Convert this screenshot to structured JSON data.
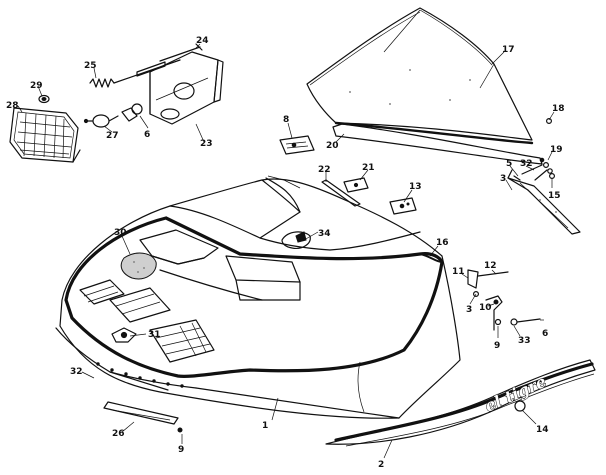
{
  "colors": {
    "ink": "#111111",
    "paper": "#ffffff",
    "shade": "#cfcfcf"
  },
  "callouts": [
    {
      "label": "1"
    },
    {
      "label": "2"
    },
    {
      "label": "3"
    },
    {
      "label": "3"
    },
    {
      "label": "5"
    },
    {
      "label": "6"
    },
    {
      "label": "6"
    },
    {
      "label": "8"
    },
    {
      "label": "9"
    },
    {
      "label": "9"
    },
    {
      "label": "10"
    },
    {
      "label": "11"
    },
    {
      "label": "12"
    },
    {
      "label": "13"
    },
    {
      "label": "14"
    },
    {
      "label": "15"
    },
    {
      "label": "16"
    },
    {
      "label": "17"
    },
    {
      "label": "18"
    },
    {
      "label": "19"
    },
    {
      "label": "20"
    },
    {
      "label": "21"
    },
    {
      "label": "22"
    },
    {
      "label": "23"
    },
    {
      "label": "24"
    },
    {
      "label": "25"
    },
    {
      "label": "26"
    },
    {
      "label": "27"
    },
    {
      "label": "28"
    },
    {
      "label": "29"
    },
    {
      "label": "30"
    },
    {
      "label": "31"
    },
    {
      "label": "32"
    },
    {
      "label": "32"
    },
    {
      "label": "33"
    },
    {
      "label": "34"
    }
  ],
  "decal_logo": "el tigre"
}
